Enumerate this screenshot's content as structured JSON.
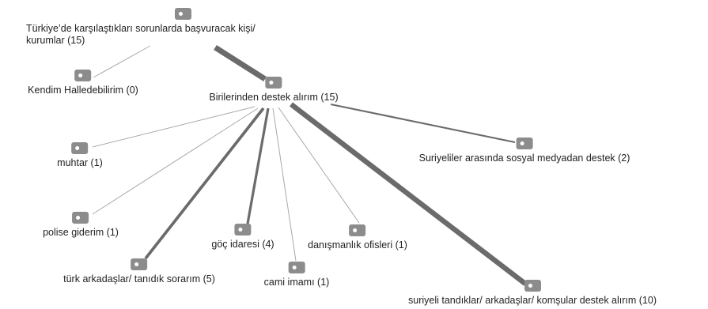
{
  "diagram": {
    "root": {
      "label": "Türkiye’de karşılaştıkları sorunlarda başvuracak kişi/\nkurumlar (15)",
      "icon": "tag-icon"
    },
    "level1": [
      {
        "label": "Kendim Halledebilirim (0)",
        "icon": "tag-icon",
        "weight": 0
      },
      {
        "label": "Birilerinden destek alırım (15)",
        "icon": "tag-icon",
        "weight": 15
      }
    ],
    "level2": [
      {
        "label": "muhtar (1)",
        "icon": "tag-icon",
        "weight": 1
      },
      {
        "label": "polise giderim (1)",
        "icon": "tag-icon",
        "weight": 1
      },
      {
        "label": "türk arkadaşlar/ tanıdık sorarım (5)",
        "icon": "tag-icon",
        "weight": 5
      },
      {
        "label": "göç idaresi (4)",
        "icon": "tag-icon",
        "weight": 4
      },
      {
        "label": "cami imamı (1)",
        "icon": "tag-icon",
        "weight": 1
      },
      {
        "label": "danışmanlık ofisleri (1)",
        "icon": "tag-icon",
        "weight": 1
      },
      {
        "label": "Suriyeliler arasında sosyal medyadan destek (2)",
        "icon": "tag-icon",
        "weight": 2
      },
      {
        "label": "suriyeli tandıklar/ arkadaşlar/ komşular destek alırım (10)",
        "icon": "tag-icon",
        "weight": 10
      }
    ],
    "colors": {
      "edge": "#6b6b6b",
      "edge_light": "#a9a9a9",
      "icon": "#8c8c8c",
      "text": "#222222"
    }
  }
}
